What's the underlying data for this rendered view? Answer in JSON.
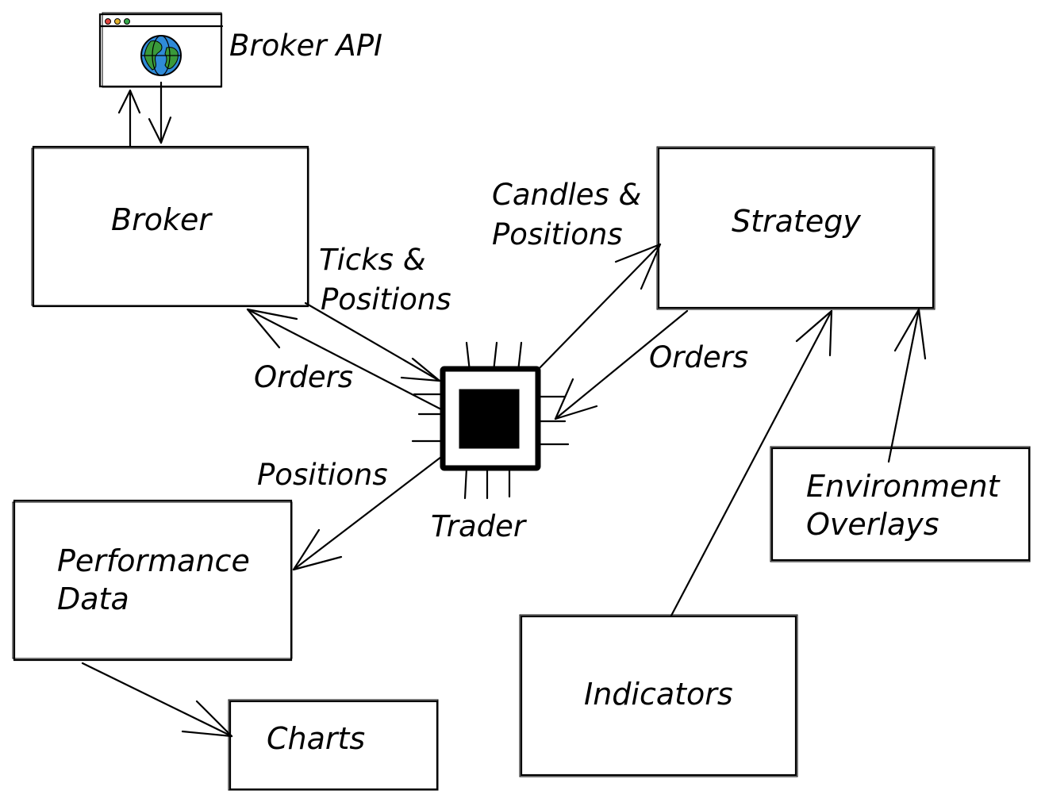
{
  "nodes": {
    "broker_api": "Broker API",
    "broker": "Broker",
    "strategy": "Strategy",
    "trader": "Trader",
    "performance_data": [
      "Performance",
      "Data"
    ],
    "charts": "Charts",
    "indicators": "Indicators",
    "environment_overlays": [
      "Environment",
      "Overlays"
    ]
  },
  "edges": {
    "ticks_positions": [
      "Ticks &",
      "Positions"
    ],
    "candles_positions": [
      "Candles &",
      "Positions"
    ],
    "orders_from_trader": "Orders",
    "orders_from_strategy": "Orders",
    "positions_to_performance": "Positions"
  },
  "colors": {
    "ink": "#000000",
    "background": "#ffffff",
    "globe_ocean": "#2f8bd8",
    "globe_land": "#3a9a3a",
    "window_dot_red": "#e0443e",
    "window_dot_yellow": "#e2b12a",
    "window_dot_green": "#36a84a"
  },
  "icons": {
    "broker_api": "browser-window-globe-icon",
    "trader": "cpu-chip-icon"
  }
}
